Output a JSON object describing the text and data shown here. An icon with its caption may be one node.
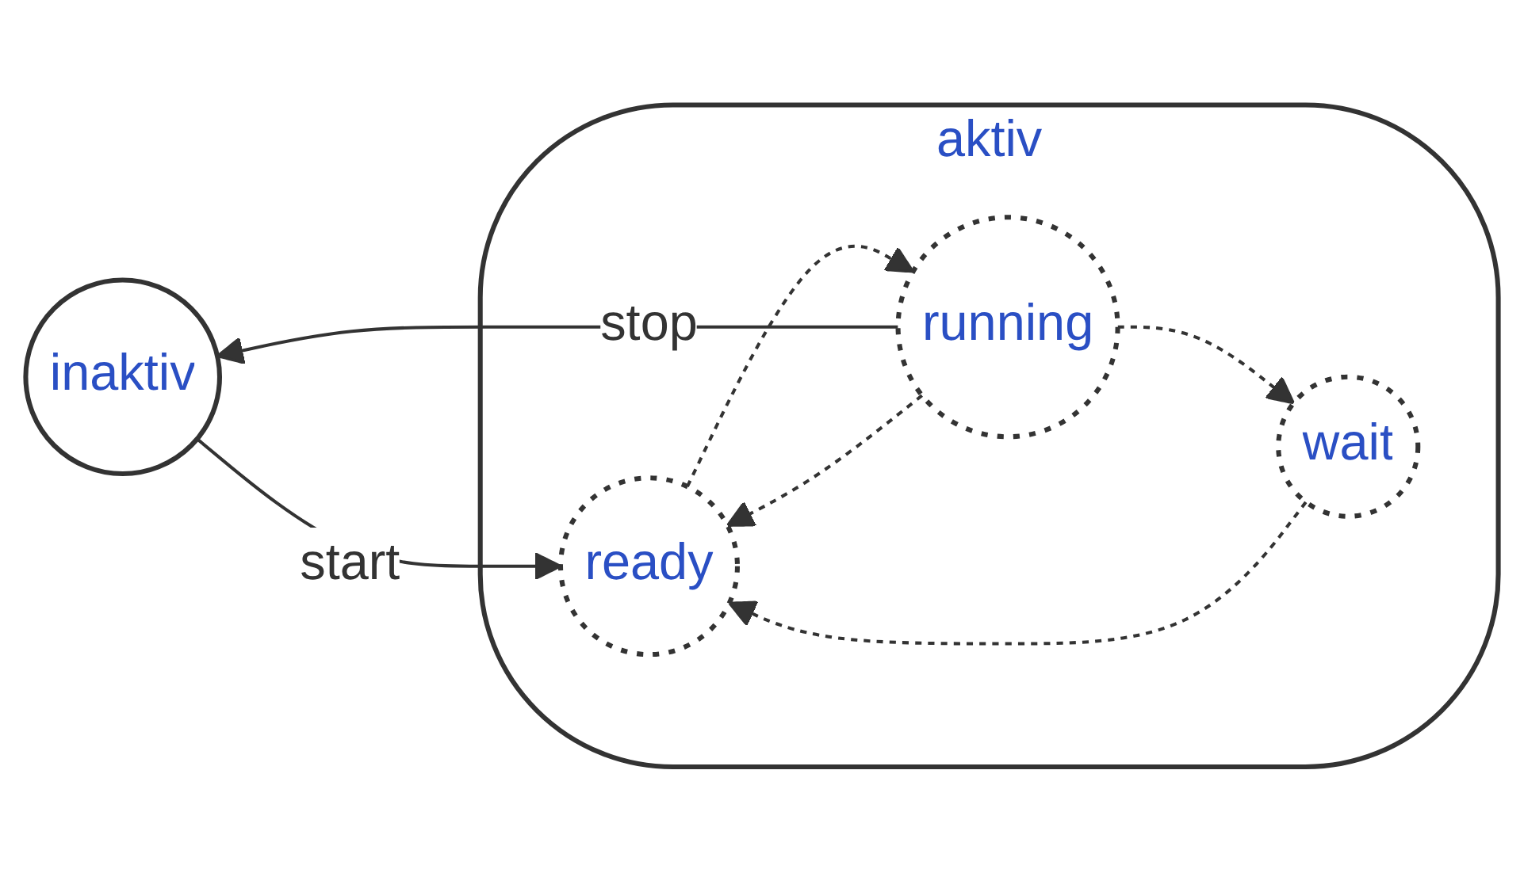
{
  "diagram": {
    "nodes": [
      {
        "text": [
          "inaktiv"
        ]
      },
      {
        "text": [
          "aktiv"
        ]
      },
      {
        "text": [
          "ready"
        ],
        "in": 1
      },
      {
        "text": [
          "wait"
        ],
        "in": 1
      },
      {
        "text": [
          "running"
        ],
        "in": 1
      }
    ],
    "edges": [
      {
        "from": 0,
        "to": 2,
        "arrow": "to",
        "label": "start"
      },
      {
        "from": 4,
        "to": 0,
        "arrow": "to",
        "label": "stop"
      },
      {
        "from": 3,
        "to": 2,
        "arrow": "to",
        "style": "dashed"
      },
      {
        "from": 4,
        "to": 2,
        "arrow": "to",
        "style": "dashed"
      },
      {
        "from": 2,
        "to": 4,
        "arrow": "to",
        "style": "dashed"
      },
      {
        "from": 4,
        "to": 3,
        "arrow": "to",
        "style": "dashed"
      }
    ]
  }
}
